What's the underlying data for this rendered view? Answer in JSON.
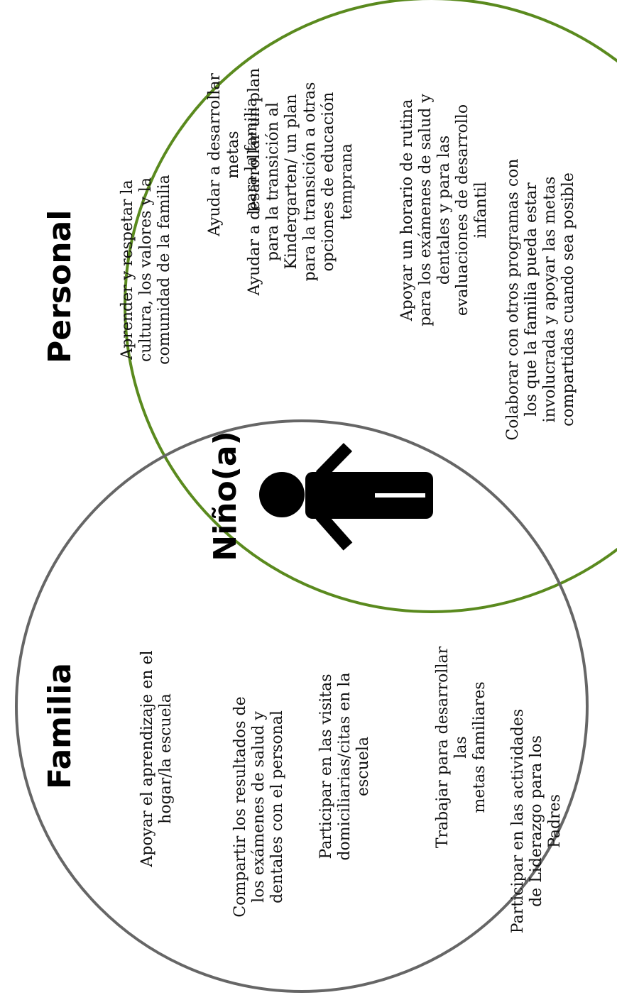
{
  "colors": {
    "personal_circle": "#5a8a1e",
    "familia_circle": "#666666",
    "text": "#111111"
  },
  "personal": {
    "title": "Personal",
    "items": [
      "Aprender y respetar la\ncultura, los valores y la\ncomunidad de la familia",
      "Ayudar a desarrollar metas\npara la familia",
      "Ayudar a desarrollar un plan\npara la transición al\nKindergarten/ un plan\npara la transición a otras\nopciones de educación\ntemprana",
      "Apoyar un horario de rutina\npara los exámenes de salud y\ndentales y para las\nevaluaciones de desarrollo\ninfantil",
      "Colaborar con otros programas con\nlos que la familia pueda estar\ninvolucrada y apoyar las metas\ncompartidas cuando sea posible"
    ]
  },
  "child": {
    "title": "Niño(a)",
    "icon": "child-figure-icon"
  },
  "familia": {
    "title": "Familia",
    "items": [
      "Apoyar el aprendizaje en el\nhogar/la escuela",
      "Compartir los resultados de\nlos exámenes de salud y\ndentales con el personal",
      "Participar en las visitas\ndomiciliarias/citas en la\nescuela",
      "Trabajar para desarrollar las\nmetas familiares",
      "Participar en las actividades\nde Liderazgo para los Padres"
    ]
  }
}
